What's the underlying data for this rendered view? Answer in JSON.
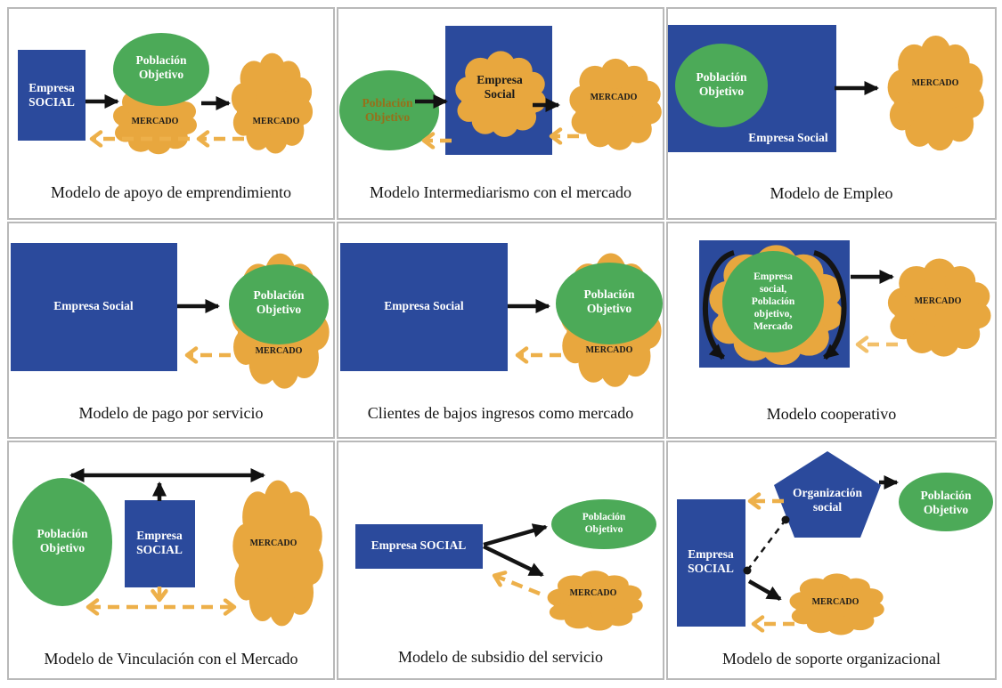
{
  "colors": {
    "blue": "#2b4a9c",
    "green": "#4caa58",
    "yellow": "#e8a73e",
    "dashed_arrow": "#edb04a",
    "dashed_arrow_light": "#f2c06a",
    "gold_text": "#97701a",
    "border": "#b9b9b9"
  },
  "cells": [
    {
      "id": "apoyo-emprendimiento",
      "caption": "Modelo de apoyo de emprendimiento",
      "labels": {
        "empresa": "Empresa\nSOCIAL",
        "poblacion": "Población\nObjetivo",
        "mercado_center": "MERCADO",
        "mercado_right": "MERCADO"
      }
    },
    {
      "id": "intermediarismo",
      "caption": "Modelo Intermediarismo con el mercado",
      "labels": {
        "poblacion": "Población\nObjetivo",
        "empresa": "Empresa\nSocial",
        "mercado": "MERCADO"
      }
    },
    {
      "id": "empleo",
      "caption": "Modelo de Empleo",
      "labels": {
        "poblacion": "Población\nObjetivo",
        "empresa": "Empresa Social",
        "mercado": "MERCADO"
      }
    },
    {
      "id": "pago-por-servicio",
      "caption": "Modelo de pago por servicio",
      "labels": {
        "empresa": "Empresa Social",
        "poblacion": "Población\nObjetivo",
        "mercado": "MERCADO"
      }
    },
    {
      "id": "clientes-bajos-ingresos",
      "caption": "Clientes de bajos ingresos como mercado",
      "labels": {
        "empresa": "Empresa Social",
        "poblacion": "Población\nObjetivo",
        "mercado": "MERCADO"
      }
    },
    {
      "id": "cooperativo",
      "caption": "Modelo cooperativo",
      "labels": {
        "nucleo": "Empresa\nsocial,\nPoblación\nobjetivo,\nMercado",
        "mercado": "MERCADO"
      }
    },
    {
      "id": "vinculacion-mercado",
      "caption": "Modelo de Vinculación con el Mercado",
      "labels": {
        "poblacion": "Población\nObjetivo",
        "empresa": "Empresa\nSOCIAL",
        "mercado": "MERCADO"
      }
    },
    {
      "id": "subsidio-servicio",
      "caption": "Modelo de subsidio del servicio",
      "labels": {
        "empresa": "Empresa SOCIAL",
        "poblacion": "Población\nObjetivo",
        "mercado": "MERCADO"
      }
    },
    {
      "id": "soporte-organizacional",
      "caption": "Modelo de soporte organizacional",
      "labels": {
        "empresa": "Empresa\nSOCIAL",
        "organizacion": "Organización\nsocial",
        "poblacion": "Población\nObjetivo",
        "mercado": "MERCADO"
      }
    }
  ]
}
